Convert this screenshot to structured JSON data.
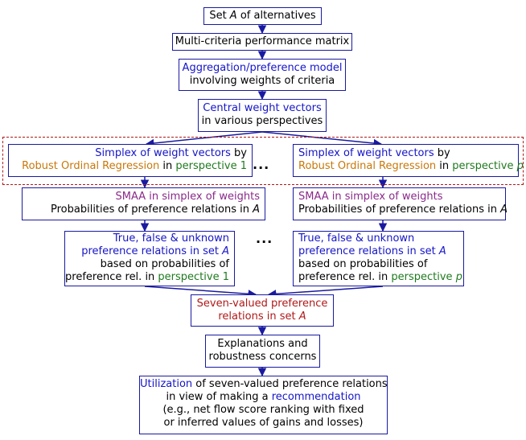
{
  "boxes": {
    "set_alternatives": {
      "prefix": "Set ",
      "var": "A",
      "suffix": " of alternatives"
    },
    "performance_matrix": {
      "text": "Multi-criteria performance matrix"
    },
    "aggregation": {
      "line1": "Aggregation/preference model",
      "line2": "involving weights of criteria"
    },
    "central_weights": {
      "line1": "Central weight vectors",
      "line2": "in various perspectives"
    },
    "simplex_left": {
      "part1": "Simplex of weight vectors",
      "part2": " by",
      "part3": "Robust Ordinal Regression",
      "part4": " in ",
      "part5": "perspective 1"
    },
    "simplex_right": {
      "part1": "Simplex of weight vectors",
      "part2": " by",
      "part3": "Robust Ordinal Regression",
      "part4": " in ",
      "part5": "perspective ",
      "part6": "p"
    },
    "smaa_left": {
      "line1": "SMAA in simplex of weights",
      "line2_prefix": "Probabilities of preference relations in ",
      "line2_var": "A"
    },
    "smaa_right": {
      "line1": "SMAA in simplex of weights",
      "line2_prefix": "Probabilities of preference relations in ",
      "line2_var": "A"
    },
    "tfu_left": {
      "line1": "True, false & unknown",
      "line2_prefix": "preference relations in set ",
      "line2_var": "A",
      "line3": "based on probabilities of",
      "line4_prefix": "preference rel. in ",
      "line4_green": "perspective 1"
    },
    "tfu_right": {
      "line1": "True, false & unknown",
      "line2_prefix": "preference relations in set ",
      "line2_var": "A",
      "line3": "based on probabilities of",
      "line4_prefix": "preference rel. in ",
      "line4_green": "perspective ",
      "line4_var": "p"
    },
    "seven_valued": {
      "line1": "Seven-valued preference",
      "line2_prefix": "relations in set ",
      "line2_var": "A"
    },
    "explanations": {
      "line1": "Explanations and",
      "line2": "robustness concerns"
    },
    "utilization": {
      "line1_blue": "Utilization",
      "line1_rest": " of seven-valued preference relations",
      "line2_prefix": "in view of making a ",
      "line2_blue": "recommendation",
      "line3": "(e.g., net flow score ranking with fixed",
      "line4": "or inferred values of gains and losses)"
    }
  },
  "ellipsis": "...",
  "colors": {
    "border": "#1a1aa0",
    "blue": "#1515c8",
    "orange": "#c8780a",
    "green": "#1f7a1f",
    "purple": "#8a2a8a",
    "red": "#b01818"
  }
}
